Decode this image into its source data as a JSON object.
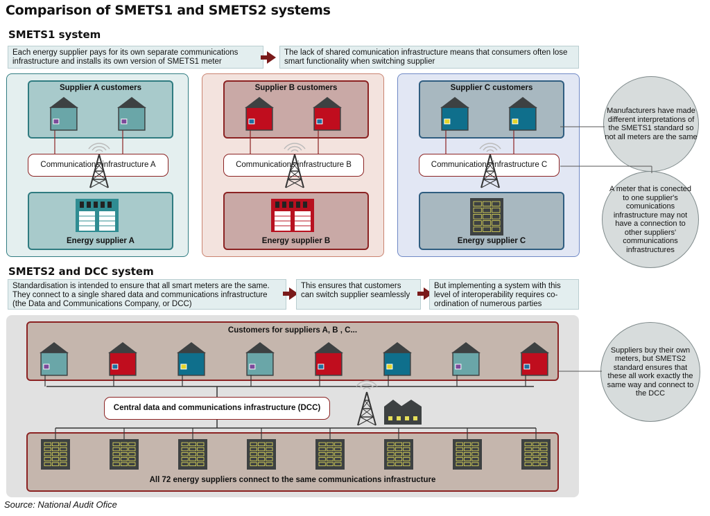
{
  "title": "Comparison of SMETS1 and SMETS2 systems",
  "smets1": {
    "heading": "SMETS1 system",
    "note_left": "Each energy supplier pays for its own separate communications infrastructure and installs its own version of SMETS1 meter",
    "note_right": "The lack of shared comunication infrastructure means that consumers often lose smart functionality when switching supplier",
    "suppliers": [
      {
        "customers": "Supplier A customers",
        "comms": "Communications infrastructure A",
        "supplier": "Energy supplier A",
        "panel_color": "#e4efef",
        "panel_border": "#2f7b80",
        "box_color": "#a8cacb",
        "house_color": "#6aa6a8",
        "meter_color": "#7b4a9a"
      },
      {
        "customers": "Supplier B customers",
        "comms": "Communications infrastructure B",
        "supplier": "Energy supplier B",
        "panel_color": "#f3e3de",
        "panel_border": "#c9826f",
        "box_color": "#c9a9a6",
        "house_color": "#c00d1e",
        "meter_color": "#1f6ea0"
      },
      {
        "customers": "Supplier C customers",
        "comms": "Communications infrastructure C",
        "supplier": "Energy supplier C",
        "panel_color": "#e2e7f4",
        "panel_border": "#6f88c5",
        "box_color": "#a8b8c0",
        "house_color": "#0f6f8c",
        "meter_color": "#e3d42a"
      }
    ],
    "callout_top": "Manufacturers have made different interpretations of the SMETS1 standard so not all meters are the same",
    "callout_bottom": "A meter that is conected to one supplier's comunications infrastructure may not have a connection to other suppliers' communications infrastructures"
  },
  "smets2": {
    "heading": "SMETS2 and DCC system",
    "note_1": "Standardisation is intended to ensure that all smart meters are the same. They connect to a single shared data and communications infrastructure (the Data and Communications Company, or DCC)",
    "note_2": "This ensures  that customers can switch supplier seamlessly",
    "note_3": "But implementing a system with this level of interoperability requires co-ordination of numerous parties",
    "customers_label": "Customers for suppliers A, B , C...",
    "dcc_label": "Central data and communications infrastructure (DCC)",
    "suppliers_label": "All 72 energy suppliers connect to the same communications infrastructure",
    "callout": "Suppliers buy their own meters, but SMETS2 standard ensures that these all work exactly the same way and connect to the DCC",
    "houses": [
      {
        "house": "#6aa6a8",
        "meter": "#7b4a9a"
      },
      {
        "house": "#c00d1e",
        "meter": "#1f6ea0"
      },
      {
        "house": "#0f6f8c",
        "meter": "#e3d42a"
      },
      {
        "house": "#6aa6a8",
        "meter": "#7b4a9a"
      },
      {
        "house": "#c00d1e",
        "meter": "#1f6ea0"
      },
      {
        "house": "#0f6f8c",
        "meter": "#e3d42a"
      },
      {
        "house": "#6aa6a8",
        "meter": "#7b4a9a"
      },
      {
        "house": "#c00d1e",
        "meter": "#1f6ea0"
      }
    ]
  },
  "source": "Source: National Audit Ofice",
  "colors": {
    "dark_red": "#7a1a1a",
    "grey_bg": "#e1e1e1",
    "brown_box": "#c5b6ad",
    "building": "#3d4142"
  }
}
